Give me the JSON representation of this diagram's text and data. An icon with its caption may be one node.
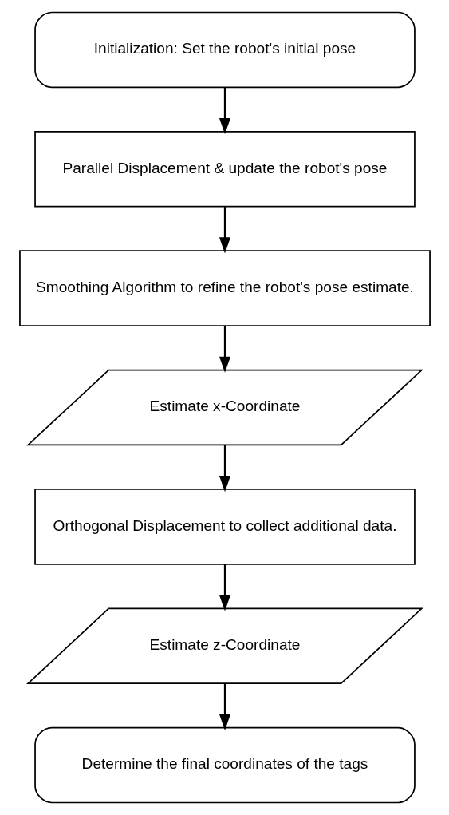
{
  "diagram": {
    "nodes": [
      {
        "text": [
          "Initialization: Set the robot's initial pose"
        ]
      },
      {
        "text": [
          "Parallel Displacement & update the robot's pose"
        ]
      },
      {
        "text": [
          "Smoothing Algorithm to refine the robot's pose estimate."
        ]
      },
      {
        "text": [
          "Estimate x-Coordinate"
        ]
      },
      {
        "text": [
          "Orthogonal Displacement to collect additional data."
        ]
      },
      {
        "text": [
          "Estimate z-Coordinate"
        ]
      },
      {
        "text": [
          "Determine the final coordinates of the tags"
        ]
      }
    ],
    "edges": [
      {
        "from": 0,
        "to": 1,
        "arrow": "to"
      },
      {
        "from": 1,
        "to": 2,
        "arrow": "to"
      },
      {
        "from": 2,
        "to": 3,
        "arrow": "to"
      },
      {
        "from": 3,
        "to": 4,
        "arrow": "to"
      },
      {
        "from": 4,
        "to": 5,
        "arrow": "to"
      },
      {
        "from": 5,
        "to": 6,
        "arrow": "to"
      }
    ]
  }
}
